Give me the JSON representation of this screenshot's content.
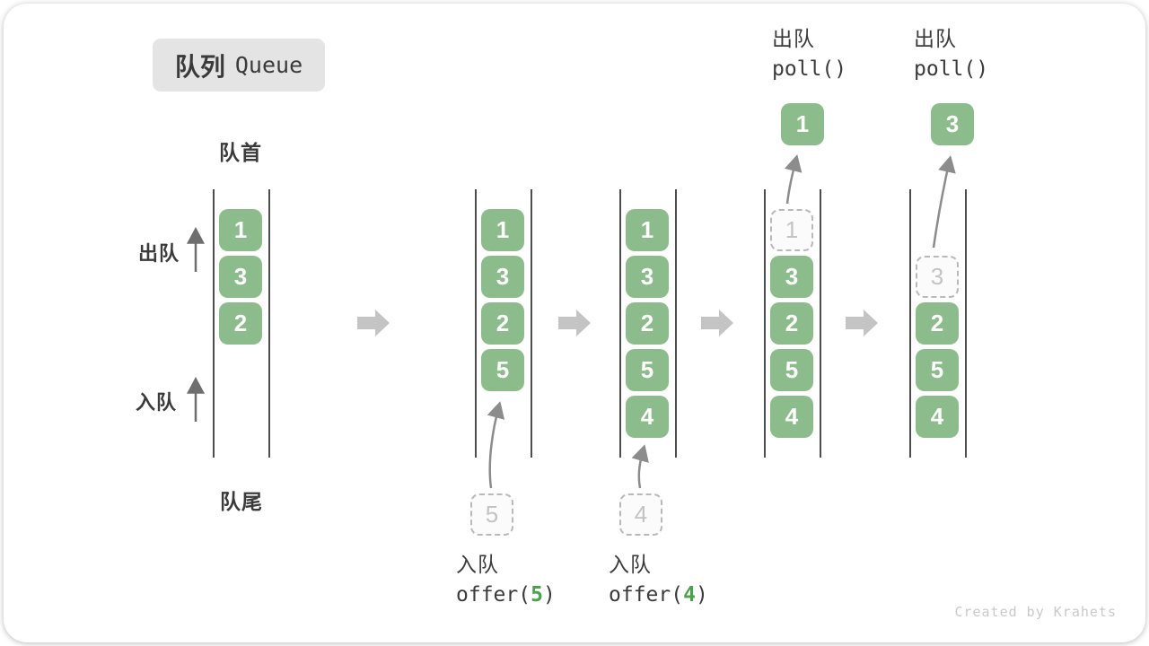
{
  "title": {
    "zh": "队列",
    "en": "Queue"
  },
  "side_labels": {
    "front": "队首",
    "rear": "队尾",
    "dequeue": "出队",
    "enqueue": "入队"
  },
  "watermark": "Created by Krahets",
  "colors": {
    "box_green": "#8dbc8c",
    "code_arg_green": "#4ba24b",
    "text_dark": "#3b3b3b",
    "block_arrow_gray": "#c4c4c4",
    "thin_arrow_gray": "#8c8c8c",
    "dashed_gray": "#b9b9b9"
  },
  "queue_states": [
    {
      "name": "initial",
      "cells": [
        {
          "row": 0,
          "value": "1",
          "kind": "green"
        },
        {
          "row": 1,
          "value": "3",
          "kind": "green"
        },
        {
          "row": 2,
          "value": "2",
          "kind": "green"
        }
      ]
    },
    {
      "name": "after-offer-5",
      "cells": [
        {
          "row": 0,
          "value": "1",
          "kind": "green"
        },
        {
          "row": 1,
          "value": "3",
          "kind": "green"
        },
        {
          "row": 2,
          "value": "2",
          "kind": "green"
        },
        {
          "row": 3,
          "value": "5",
          "kind": "green"
        }
      ],
      "incoming": {
        "value": "5"
      }
    },
    {
      "name": "after-offer-4",
      "cells": [
        {
          "row": 0,
          "value": "1",
          "kind": "green"
        },
        {
          "row": 1,
          "value": "3",
          "kind": "green"
        },
        {
          "row": 2,
          "value": "2",
          "kind": "green"
        },
        {
          "row": 3,
          "value": "5",
          "kind": "green"
        },
        {
          "row": 4,
          "value": "4",
          "kind": "green"
        }
      ],
      "incoming": {
        "value": "4"
      }
    },
    {
      "name": "after-poll-1",
      "cells": [
        {
          "row": 0,
          "value": "1",
          "kind": "dashed"
        },
        {
          "row": 1,
          "value": "3",
          "kind": "green"
        },
        {
          "row": 2,
          "value": "2",
          "kind": "green"
        },
        {
          "row": 3,
          "value": "5",
          "kind": "green"
        },
        {
          "row": 4,
          "value": "4",
          "kind": "green"
        }
      ],
      "outgoing": {
        "value": "1"
      }
    },
    {
      "name": "after-poll-3",
      "cells": [
        {
          "row": 1,
          "value": "3",
          "kind": "dashed"
        },
        {
          "row": 2,
          "value": "2",
          "kind": "green"
        },
        {
          "row": 3,
          "value": "5",
          "kind": "green"
        },
        {
          "row": 4,
          "value": "4",
          "kind": "green"
        }
      ],
      "outgoing": {
        "value": "3"
      }
    }
  ],
  "operations": [
    {
      "kind": "enqueue",
      "label": "入队",
      "code_prefix": "offer(",
      "code_arg": "5",
      "code_suffix": ")"
    },
    {
      "kind": "enqueue",
      "label": "入队",
      "code_prefix": "offer(",
      "code_arg": "4",
      "code_suffix": ")"
    },
    {
      "kind": "dequeue",
      "label": "出队",
      "code_prefix": "poll()",
      "code_arg": "",
      "code_suffix": ""
    },
    {
      "kind": "dequeue",
      "label": "出队",
      "code_prefix": "poll()",
      "code_arg": "",
      "code_suffix": ""
    }
  ]
}
